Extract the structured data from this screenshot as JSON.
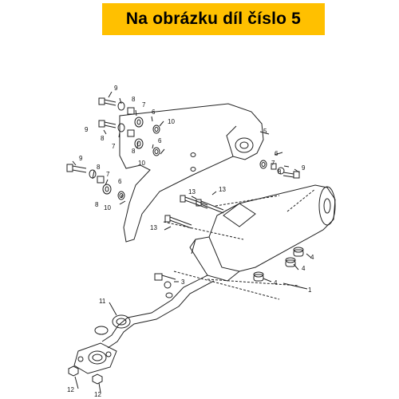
{
  "header": {
    "title": "Na obrázku díl číslo 5"
  },
  "callouts": {
    "p1": "1",
    "p3": "3",
    "p4": "4",
    "p5": "5",
    "p6": "6",
    "p7": "7",
    "p8": "8",
    "p9": "9",
    "p10": "10",
    "p11": "11",
    "p12": "12",
    "p13": "13"
  },
  "colors": {
    "banner": "#ffc000",
    "line": "#222222"
  }
}
